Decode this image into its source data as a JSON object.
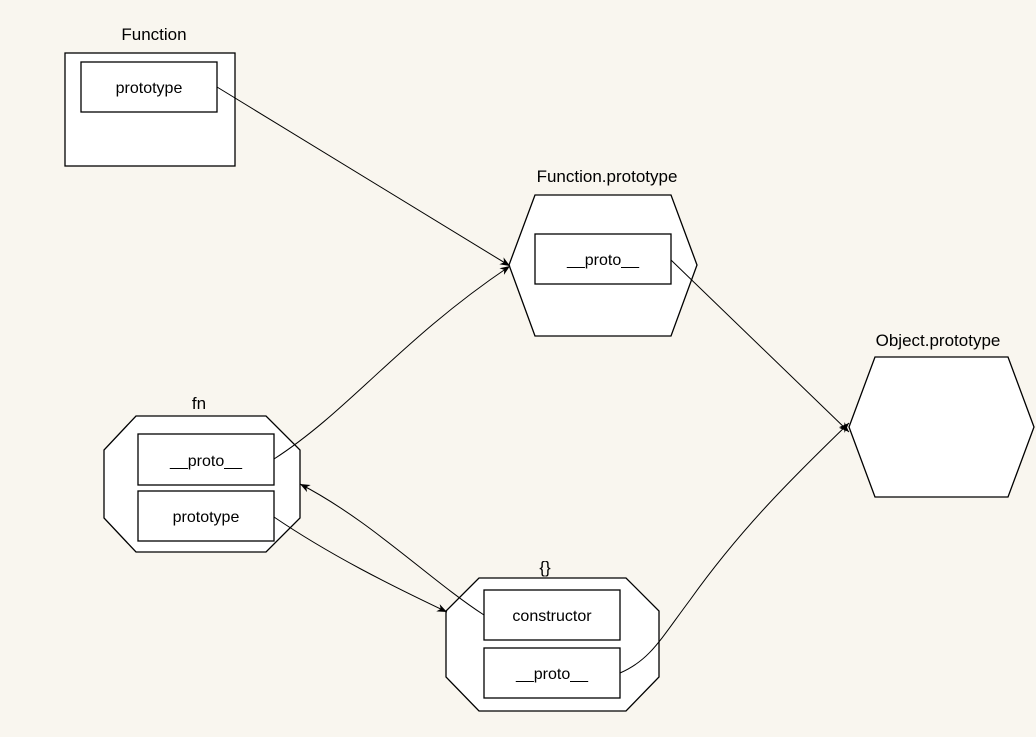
{
  "diagram": {
    "nodes": [
      {
        "id": "function",
        "title": "Function",
        "fields": [
          "prototype"
        ]
      },
      {
        "id": "function-prototype",
        "title": "Function.prototype",
        "fields": [
          "__proto__"
        ]
      },
      {
        "id": "object-prototype",
        "title": "Object.prototype",
        "fields": []
      },
      {
        "id": "fn",
        "title": "fn",
        "fields": [
          "__proto__",
          "prototype"
        ]
      },
      {
        "id": "instance",
        "title": "{}",
        "fields": [
          "constructor",
          "__proto__"
        ]
      }
    ],
    "edges": [
      {
        "from": "function.prototype",
        "to": "function-prototype"
      },
      {
        "from": "function-prototype.__proto__",
        "to": "object-prototype"
      },
      {
        "from": "fn.__proto__",
        "to": "function-prototype"
      },
      {
        "from": "fn.prototype",
        "to": "instance"
      },
      {
        "from": "instance.constructor",
        "to": "fn"
      },
      {
        "from": "instance.__proto__",
        "to": "object-prototype"
      }
    ]
  }
}
